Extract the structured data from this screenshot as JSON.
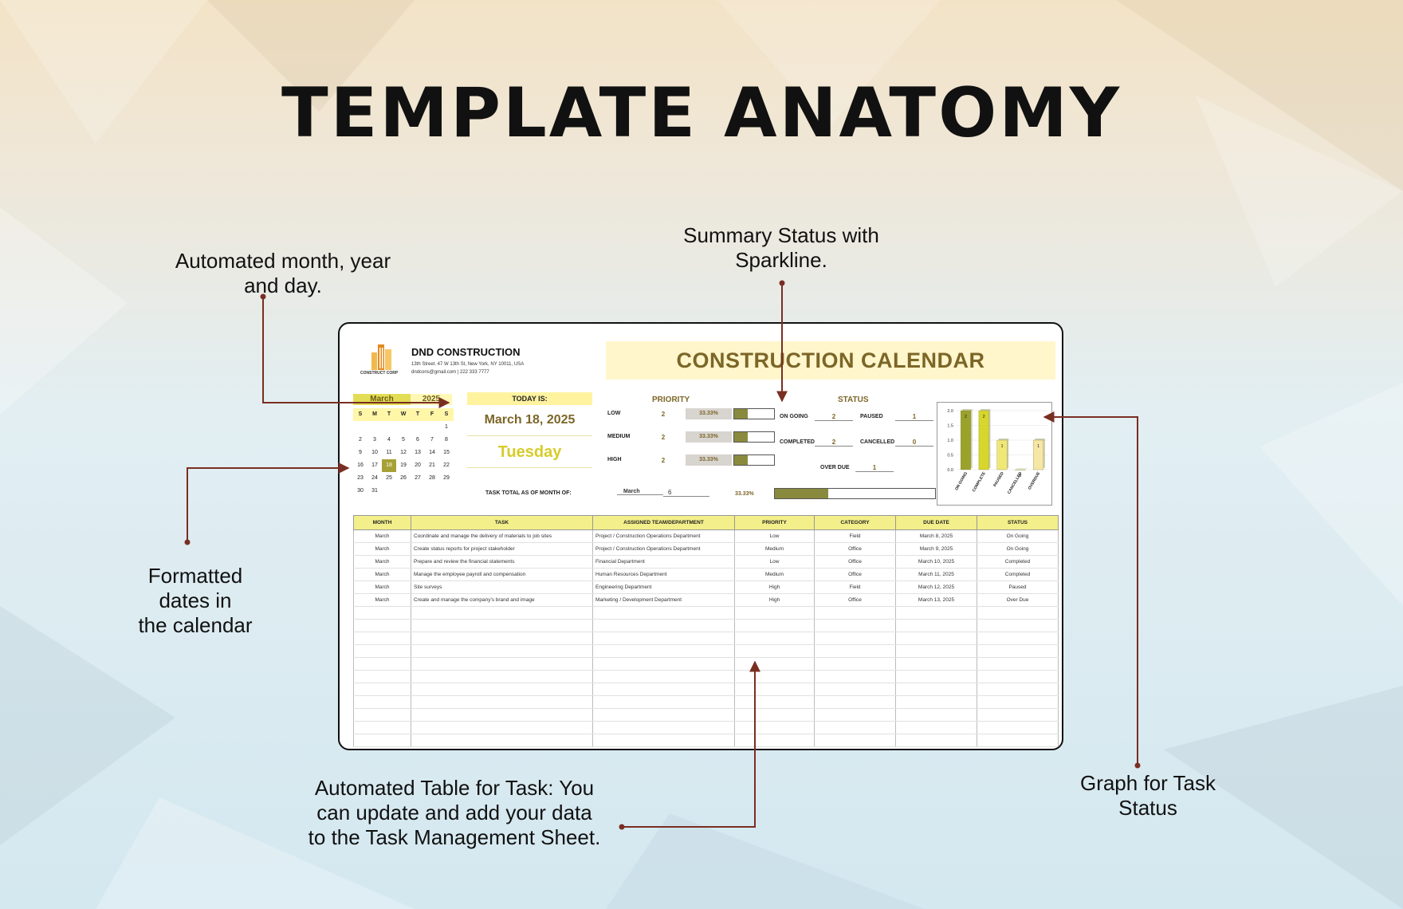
{
  "title": "TEMPLATE ANATOMY",
  "notes": {
    "month_year_day": [
      "Automated month, year",
      "and day."
    ],
    "summary_status": [
      "Summary Status with",
      "Sparkline."
    ],
    "formatted_dates": [
      "Formatted",
      "dates in",
      "the calendar"
    ],
    "automated_table": [
      "Automated Table for Task: You",
      "can update and add your data",
      "to the Task Management Sheet."
    ],
    "graph_status": [
      "Graph for Task",
      "Status"
    ]
  },
  "sheet": {
    "company": "DND CONSTRUCTION",
    "address": "13th Street. 47 W 13th St, New York, NY 10011, USA",
    "contact": "dndcons@gmail.com | 222 333 7777",
    "logo_caption": "CONSTRUCT CORP",
    "banner": "CONSTRUCTION CALENDAR",
    "calendar": {
      "month": "March",
      "year": "2025",
      "weekdays": [
        "S",
        "M",
        "T",
        "W",
        "T",
        "F",
        "S"
      ],
      "weeks": [
        [
          "",
          "",
          "",
          "",
          "",
          "",
          "1"
        ],
        [
          "2",
          "3",
          "4",
          "5",
          "6",
          "7",
          "8"
        ],
        [
          "9",
          "10",
          "11",
          "12",
          "13",
          "14",
          "15"
        ],
        [
          "16",
          "17",
          "18",
          "19",
          "20",
          "21",
          "22"
        ],
        [
          "23",
          "24",
          "25",
          "26",
          "27",
          "28",
          "29"
        ],
        [
          "30",
          "31",
          "",
          "",
          "",
          "",
          ""
        ]
      ],
      "selected": "18"
    },
    "today": {
      "label": "TODAY IS:",
      "date": "March 18, 2025",
      "weekday": "Tuesday"
    },
    "priority": {
      "header": "PRIORITY",
      "rows": [
        {
          "label": "LOW",
          "count": "2",
          "pct": "33.33%",
          "fill": 0.3333
        },
        {
          "label": "MEDIUM",
          "count": "2",
          "pct": "33.33%",
          "fill": 0.3333
        },
        {
          "label": "HIGH",
          "count": "2",
          "pct": "33.33%",
          "fill": 0.3333
        }
      ]
    },
    "status": {
      "header": "STATUS",
      "items": [
        {
          "label": "ON GOING",
          "count": "2"
        },
        {
          "label": "PAUSED",
          "count": "1"
        },
        {
          "label": "COMPLETED",
          "count": "2"
        },
        {
          "label": "CANCELLED",
          "count": "0"
        },
        {
          "label": "OVER DUE",
          "count": "1"
        }
      ]
    },
    "total": {
      "label": "TASK TOTAL AS OF MONTH OF:",
      "month": "March",
      "count": "6",
      "pct": "33.33%",
      "fill": 0.3333
    },
    "table": {
      "headers": [
        "MONTH",
        "TASK",
        "ASSIGNED TEAM/DEPARTMENT",
        "PRIORITY",
        "CATEGORY",
        "DUE DATE",
        "STATUS"
      ],
      "rows": [
        [
          "March",
          "Coordinate and manage the delivery of materials to job sites",
          "Project / Construction Operations Department",
          "Low",
          "Field",
          "March 8, 2025",
          "On Going"
        ],
        [
          "March",
          "Create status reports for project stakeholder",
          "Project / Construction Operations Department",
          "Medium",
          "Office",
          "March 9, 2025",
          "On Going"
        ],
        [
          "March",
          "Prepare and review the financial statements",
          "Financial Department",
          "Low",
          "Office",
          "March 10, 2025",
          "Completed"
        ],
        [
          "March",
          "Manage the employee payroll and compensation",
          "Human Resources Department",
          "Medium",
          "Office",
          "March 11, 2025",
          "Completed"
        ],
        [
          "March",
          "Site surveys",
          "Engineering Department",
          "High",
          "Field",
          "March 12, 2025",
          "Paused"
        ],
        [
          "March",
          "Create and manage the company's brand and image",
          "Marketing / Development Department",
          "High",
          "Office",
          "March 13, 2025",
          "Over Due"
        ]
      ],
      "empty_rows": 11
    }
  },
  "chart_data": {
    "type": "bar",
    "categories": [
      "ON GOING",
      "COMPLETE",
      "PAUSED",
      "CANCELLED",
      "OVERDUE"
    ],
    "values": [
      2,
      2,
      1,
      0,
      1
    ],
    "ylim": [
      0,
      2
    ],
    "yticks": [
      "0.0",
      "0.5",
      "1.0",
      "1.5",
      "2.0"
    ],
    "colors": [
      "#9aa22c",
      "#d7d62a",
      "#efe876",
      "#f5f1c4",
      "#f6e7a6"
    ]
  }
}
